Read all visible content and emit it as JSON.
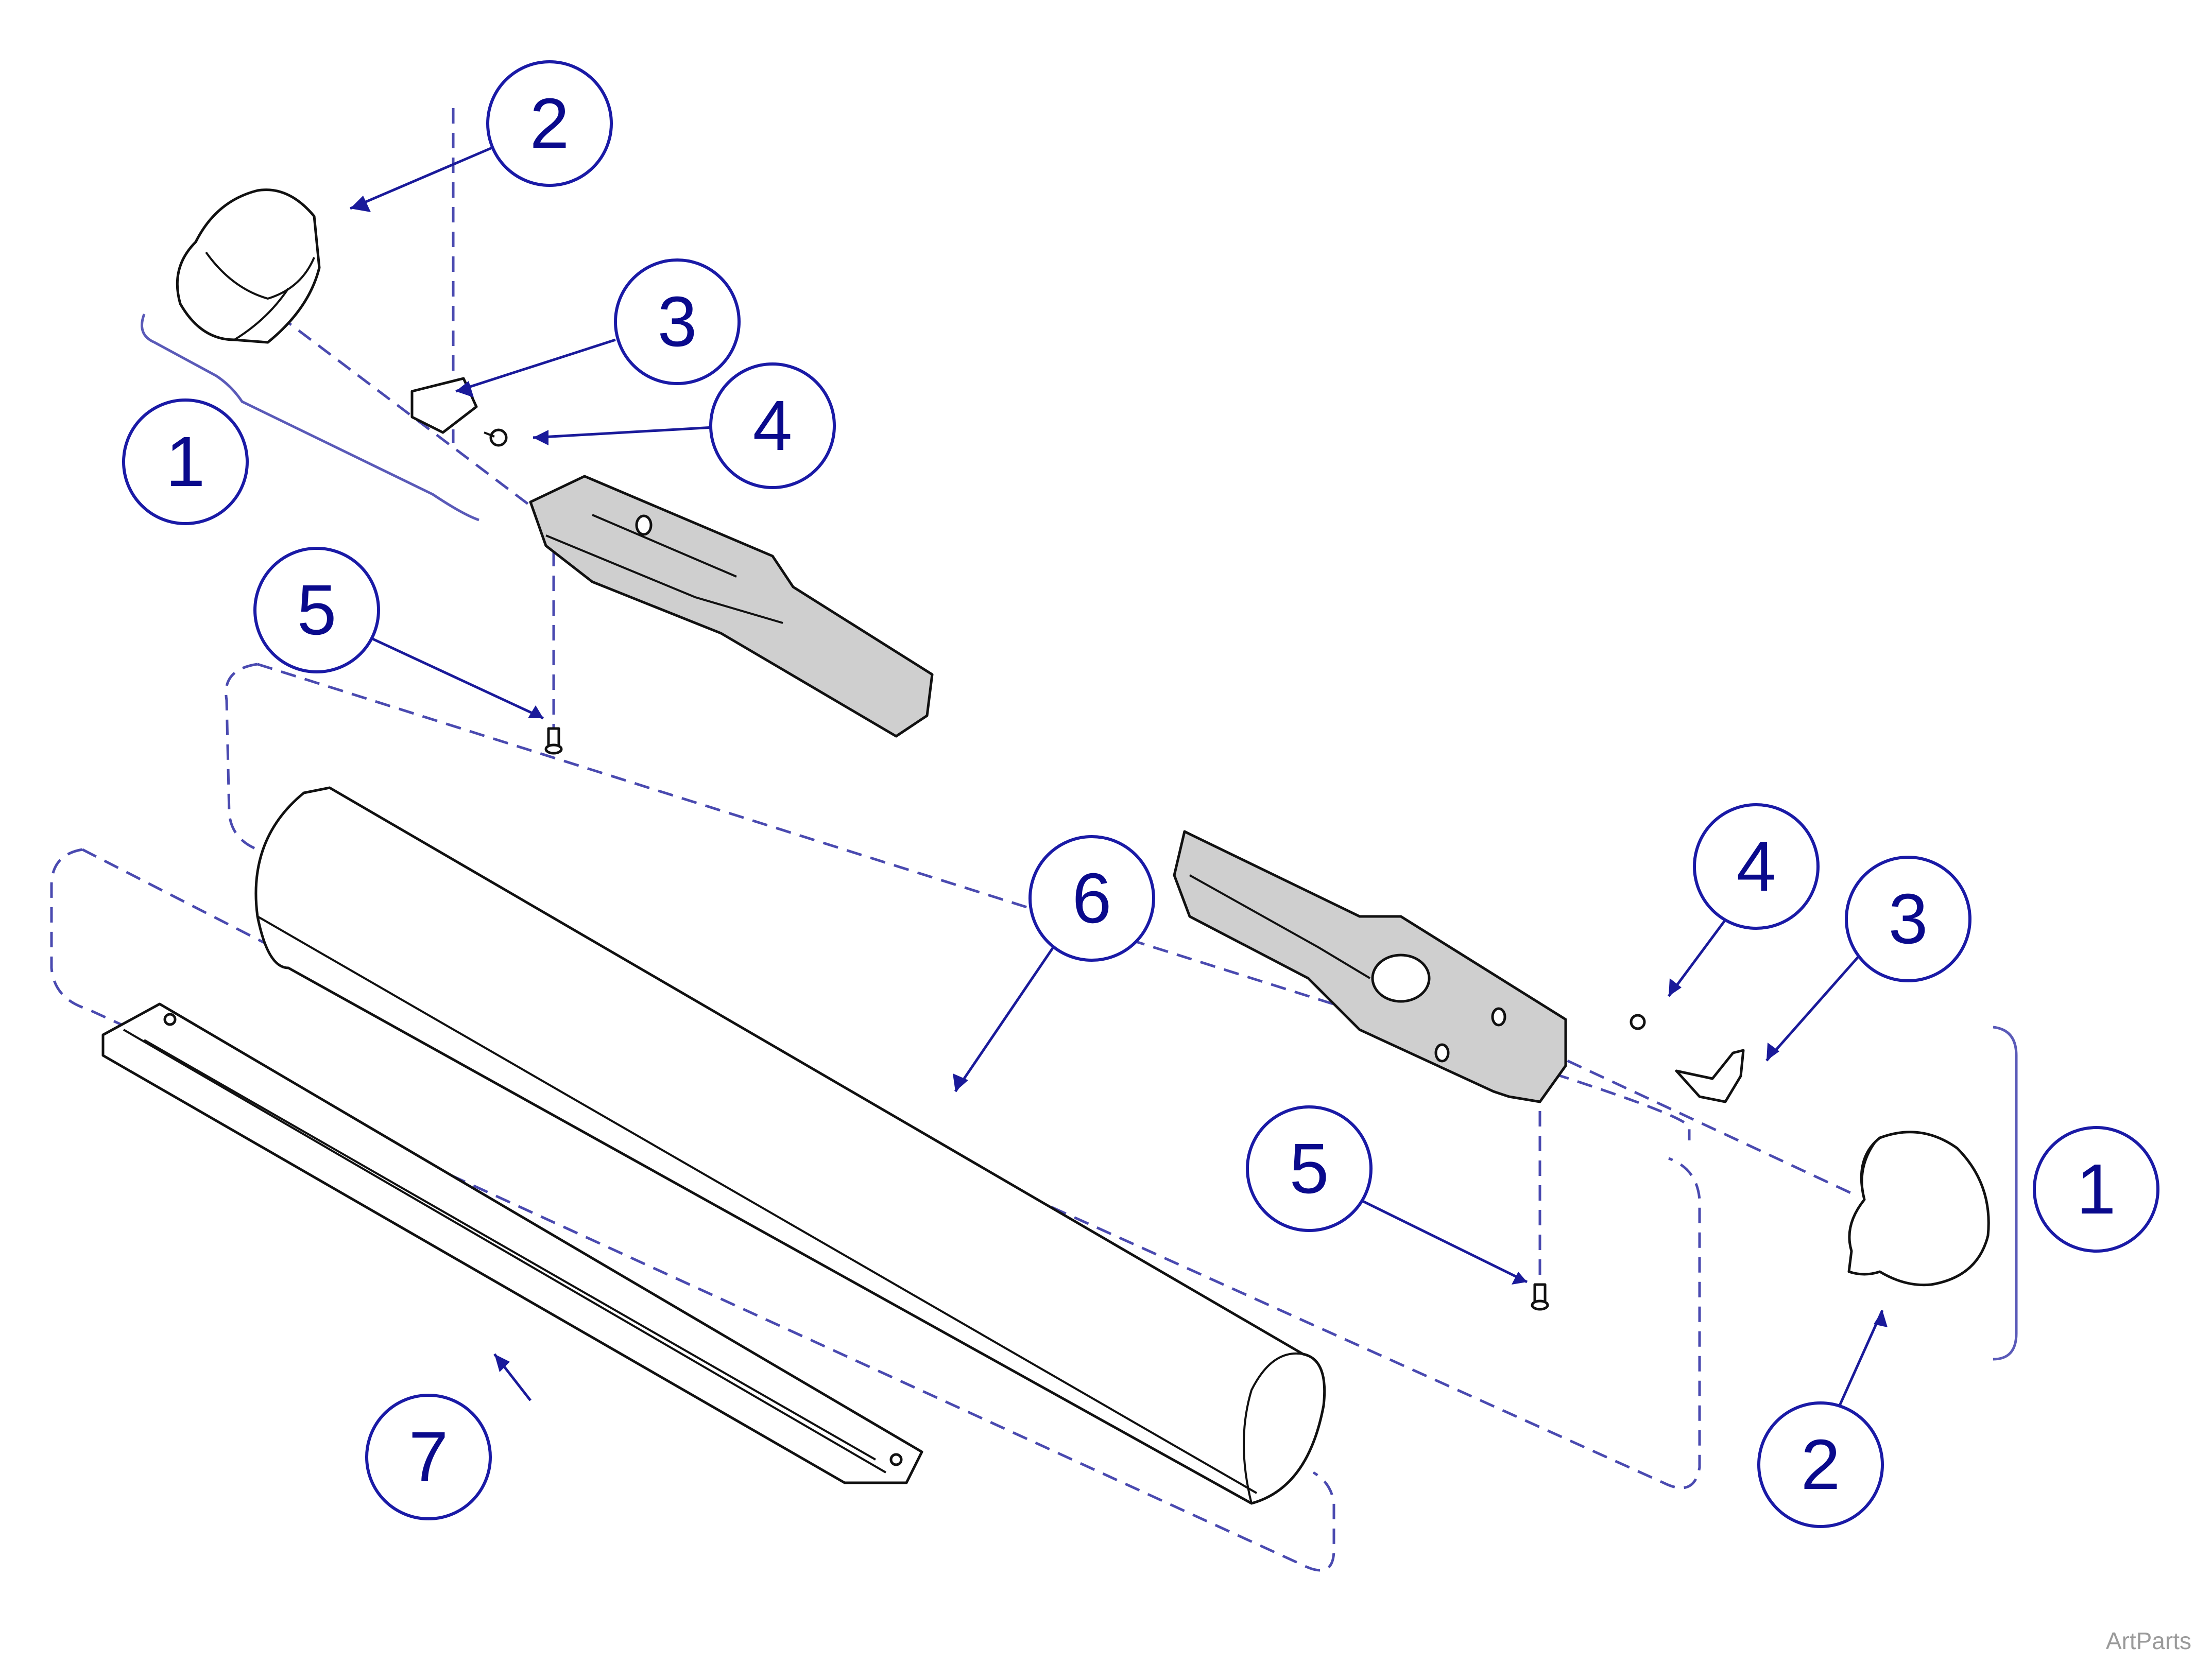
{
  "callouts": [
    {
      "id": "callout-1-left",
      "label": "1"
    },
    {
      "id": "callout-2-left",
      "label": "2"
    },
    {
      "id": "callout-3-left",
      "label": "3"
    },
    {
      "id": "callout-4-left",
      "label": "4"
    },
    {
      "id": "callout-5-left",
      "label": "5"
    },
    {
      "id": "callout-6",
      "label": "6"
    },
    {
      "id": "callout-7",
      "label": "7"
    },
    {
      "id": "callout-4-right",
      "label": "4"
    },
    {
      "id": "callout-3-right",
      "label": "3"
    },
    {
      "id": "callout-5-right",
      "label": "5"
    },
    {
      "id": "callout-1-right",
      "label": "1"
    },
    {
      "id": "callout-2-right",
      "label": "2"
    }
  ],
  "watermark": "ArtParts",
  "colors": {
    "callout": "#1a1aa6",
    "part_fill": "#cfcfcf",
    "outline": "#111111"
  }
}
